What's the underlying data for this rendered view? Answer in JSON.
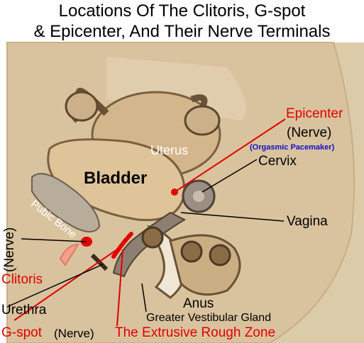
{
  "title": {
    "line1": "Locations Of The Clitoris, G-spot",
    "line2": "& Epicenter, And Their Nerve Terminals"
  },
  "labels": {
    "epicenter": "Epicenter",
    "epicenter_nerve": "(Nerve)",
    "orgasmic_pacemaker": "(Orgasmic Pacemaker)",
    "uterus": "Uterus",
    "bladder": "Bladder",
    "cervix": "Cervix",
    "pubic_bone": "Pubic Bone",
    "vagina": "Vagina",
    "clitoris_nerve": "(Nerve)",
    "clitoris": "Clitoris",
    "urethra": "Urethra",
    "anus": "Anus",
    "greater_vestibular_gland": "Greater Vestibular Gland",
    "gspot": "G-spot",
    "gspot_nerve": "(Nerve)",
    "extrusive_rough_zone": "The Extrusive Rough Zone"
  },
  "colors": {
    "highlight_red": "#e00000",
    "pacemaker_blue": "#1010c8",
    "tissue": "#dcc7a5",
    "organ": "#d6b98f",
    "organ_dark": "#6a5236"
  }
}
